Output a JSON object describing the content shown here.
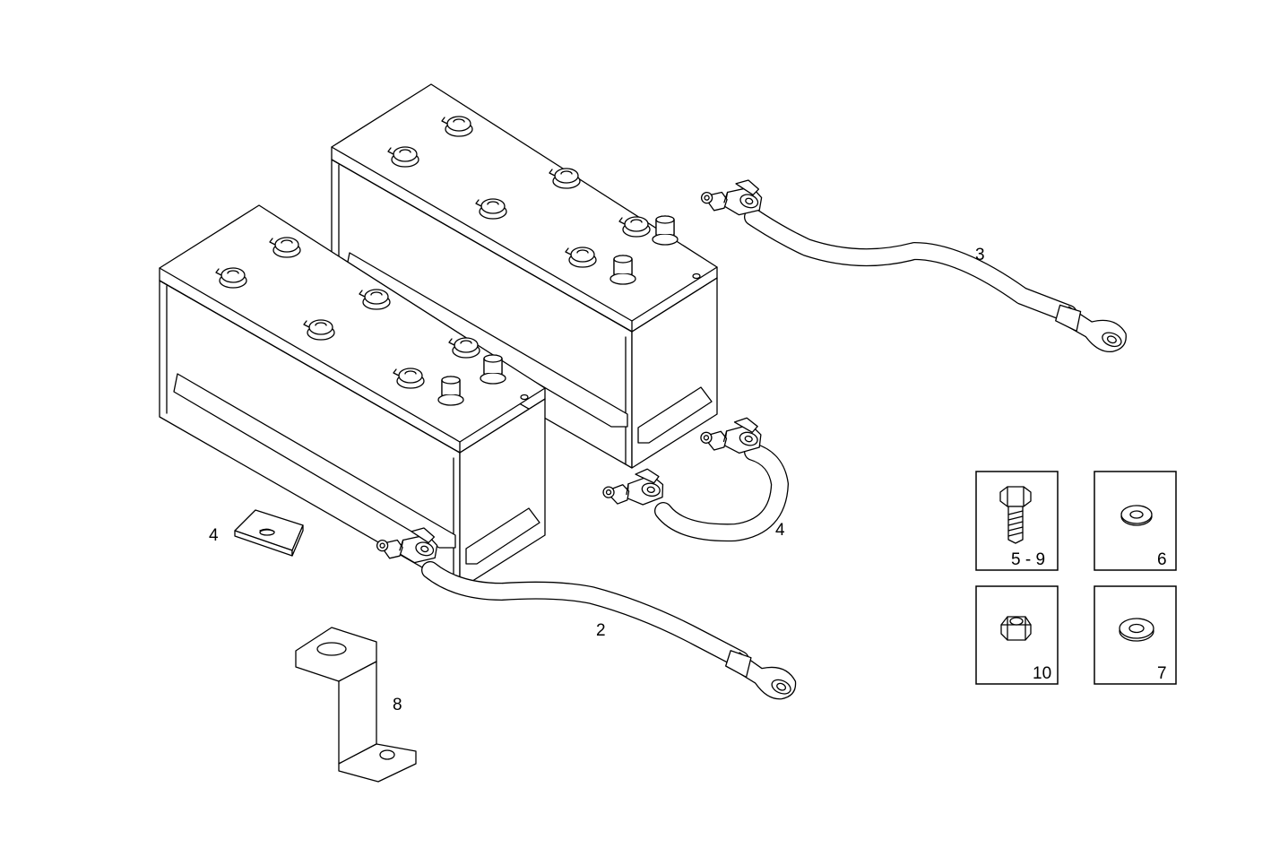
{
  "callouts": {
    "cable_top": "3",
    "cable_middle": "4",
    "plate": "4",
    "cable_bottom": "2",
    "bracket": "8"
  },
  "hardware_boxes": {
    "bolt": "5 - 9",
    "washer_small": "6",
    "nut": "10",
    "washer_large": "7"
  },
  "colors": {
    "line": "#000000",
    "background": "#ffffff"
  }
}
